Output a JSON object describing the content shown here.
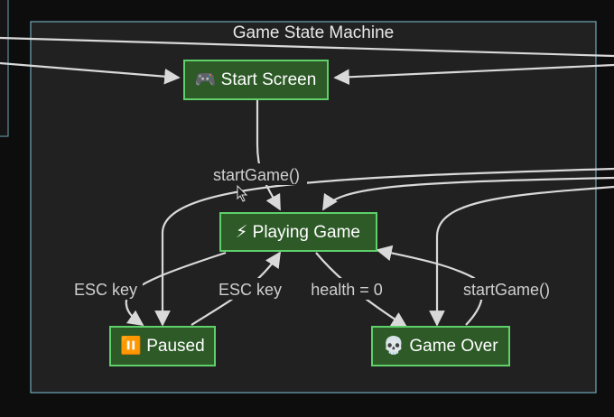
{
  "diagram": {
    "cluster": {
      "title": "Game State Machine"
    },
    "nodes": {
      "start": {
        "icon": "🎮",
        "icon_name": "gamepad-icon",
        "label": "Start Screen"
      },
      "playing": {
        "icon": "⚡",
        "icon_name": "lightning-icon",
        "label": "Playing Game"
      },
      "paused": {
        "icon": "⏸️",
        "icon_name": "pause-icon",
        "label": "Paused"
      },
      "over": {
        "icon": "💀",
        "icon_name": "skull-icon",
        "label": "Game Over"
      }
    },
    "edges": {
      "start_playing": {
        "label": "startGame()"
      },
      "playing_paused": {
        "label": "ESC key"
      },
      "paused_playing": {
        "label": "ESC key"
      },
      "playing_over": {
        "label": "health = 0"
      },
      "over_playing": {
        "label": "startGame()"
      }
    },
    "colors": {
      "background": "#0d0d0d",
      "cluster_fill": "#212121",
      "cluster_border": "#6fa8b8",
      "node_fill": "#2d5a27",
      "node_border": "#5fd06a",
      "edge": "#d9d9d9"
    }
  }
}
